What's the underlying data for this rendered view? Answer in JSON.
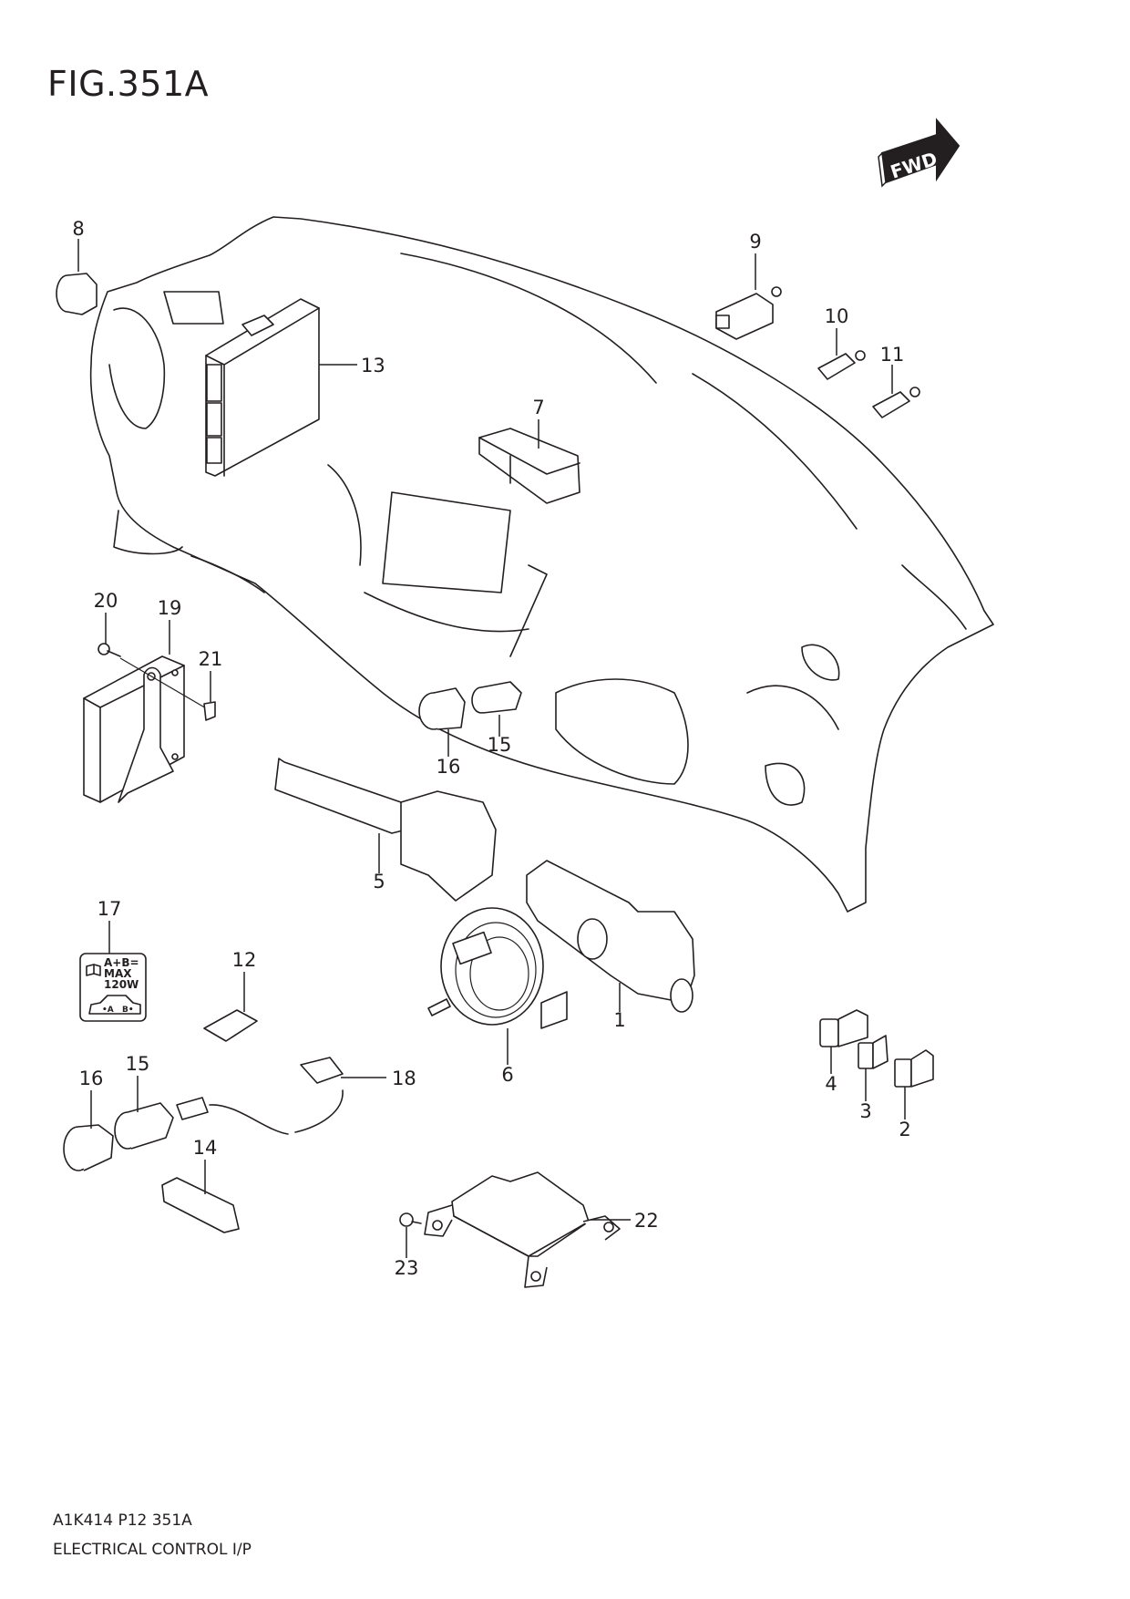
{
  "figure": {
    "title": "FIG.351A",
    "code": "A1K414 P12 351A",
    "description": "ELECTRICAL CONTROL I/P",
    "direction_indicator": "FWD"
  },
  "warning_label": {
    "line1": "A+B=",
    "line2": "MAX",
    "line3": "120W",
    "marker_a": "•A",
    "marker_b": "B•",
    "icon": "manual-book-icon"
  },
  "callouts": [
    {
      "id": "c1",
      "number": "1"
    },
    {
      "id": "c2",
      "number": "2"
    },
    {
      "id": "c3",
      "number": "3"
    },
    {
      "id": "c4",
      "number": "4"
    },
    {
      "id": "c5",
      "number": "5"
    },
    {
      "id": "c6",
      "number": "6"
    },
    {
      "id": "c7",
      "number": "7"
    },
    {
      "id": "c8",
      "number": "8"
    },
    {
      "id": "c9",
      "number": "9"
    },
    {
      "id": "c10",
      "number": "10"
    },
    {
      "id": "c11",
      "number": "11"
    },
    {
      "id": "c12",
      "number": "12"
    },
    {
      "id": "c13",
      "number": "13"
    },
    {
      "id": "c14",
      "number": "14"
    },
    {
      "id": "c15a",
      "number": "15"
    },
    {
      "id": "c15b",
      "number": "15"
    },
    {
      "id": "c16a",
      "number": "16"
    },
    {
      "id": "c16b",
      "number": "16"
    },
    {
      "id": "c17",
      "number": "17"
    },
    {
      "id": "c18",
      "number": "18"
    },
    {
      "id": "c19",
      "number": "19"
    },
    {
      "id": "c20",
      "number": "20"
    },
    {
      "id": "c21",
      "number": "21"
    },
    {
      "id": "c22",
      "number": "22"
    },
    {
      "id": "c23",
      "number": "23"
    }
  ]
}
